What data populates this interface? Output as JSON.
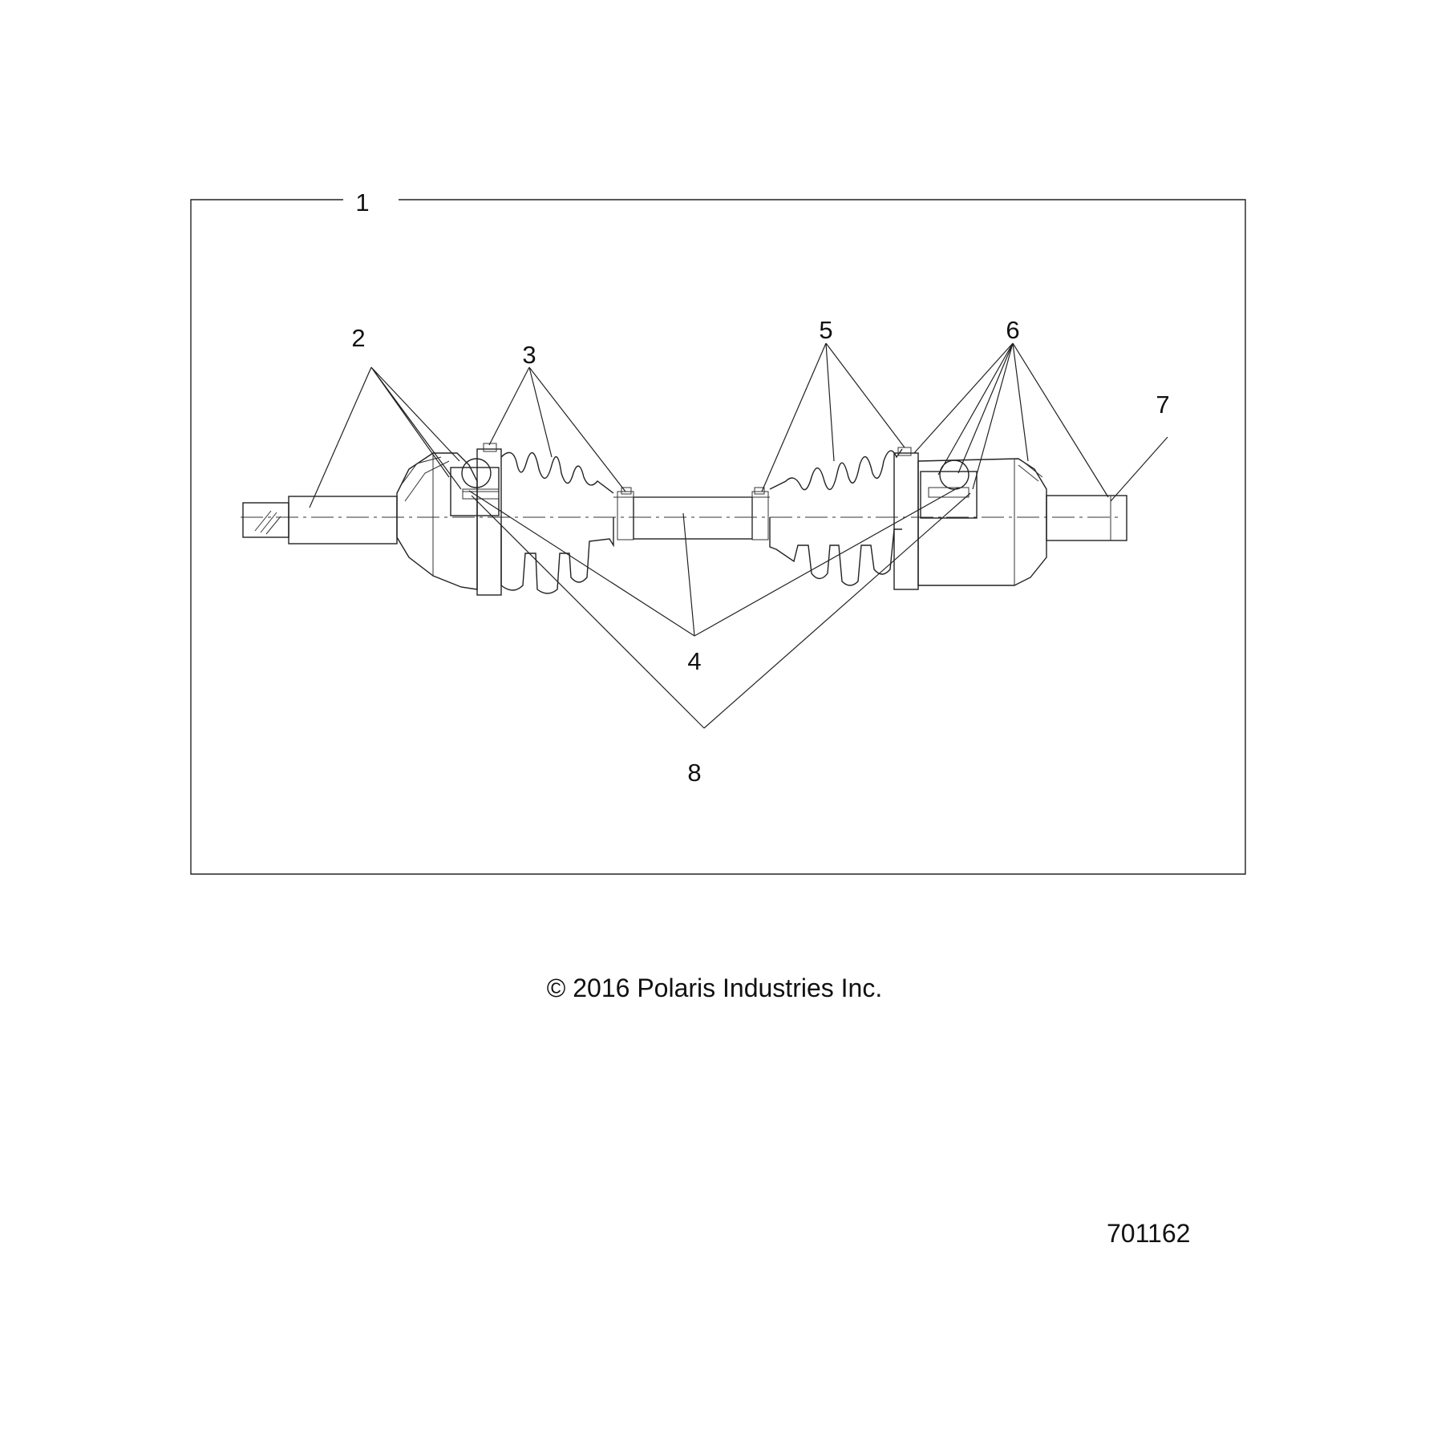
{
  "callouts": {
    "c1": "1",
    "c2": "2",
    "c3": "3",
    "c4": "4",
    "c5": "5",
    "c6": "6",
    "c7": "7",
    "c8": "8"
  },
  "footer": {
    "copyright": "© 2016 Polaris Industries Inc.",
    "drawing_number": "701162"
  },
  "colors": {
    "line": "#222222",
    "background": "#ffffff"
  }
}
